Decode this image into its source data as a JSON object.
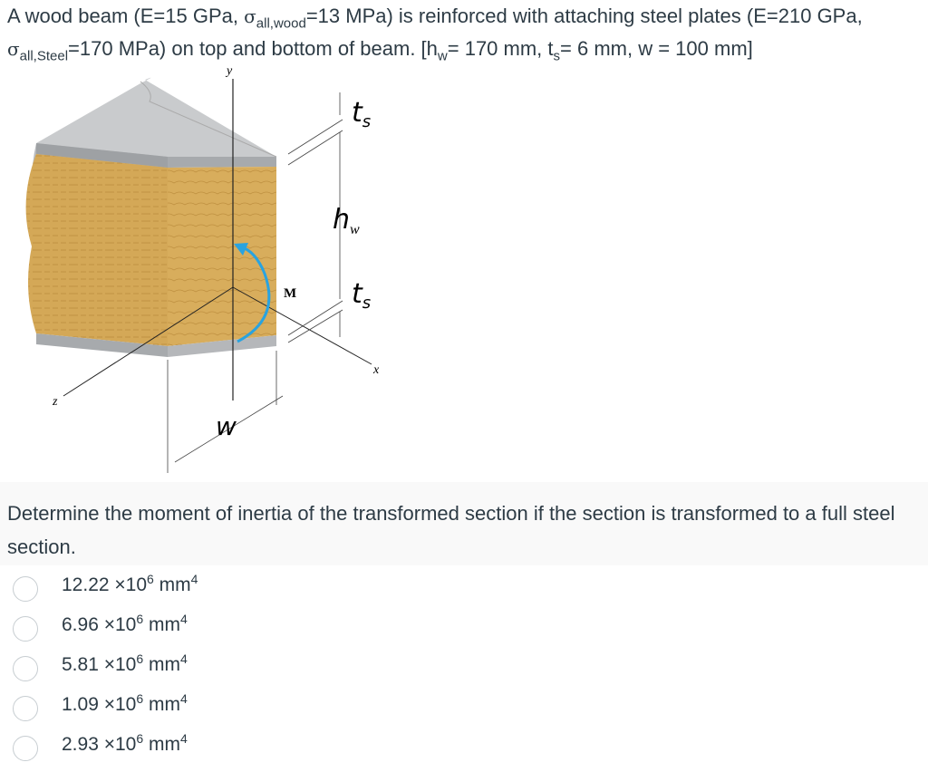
{
  "question": {
    "intro_1": "A wood beam (E=15 GPa, ",
    "sigma": "σ",
    "all_wood_sub": "all,wood",
    "intro_2": "=13 MPa) is reinforced with attaching steel plates (E=210 GPa, ",
    "all_steel_sub": "all,Steel",
    "intro_3": "=170 MPa) on top and bottom of beam. [h",
    "hw_sub": "w",
    "intro_4": "= 170 mm, t",
    "ts_sub": "s",
    "intro_5": "= 6 mm, w = 100 mm]",
    "prompt": "Determine the moment of inertia of the transformed section if the section is transformed to a full steel section."
  },
  "figure": {
    "label_y": "y",
    "label_x": "x",
    "label_z": "z",
    "label_M": "M",
    "label_t": "t",
    "label_s": "s",
    "label_h": "h",
    "label_w_sub": "w",
    "label_W": "w",
    "colors": {
      "wood": "#d4a857",
      "wood_dark": "#c49442",
      "steel": "#c9cbcd",
      "steel_dark": "#9ea1a4",
      "arrow": "#29a3e0"
    }
  },
  "options": [
    {
      "value": "12.22 ×10",
      "exp": "6",
      "unit": " mm",
      "unit_exp": "4"
    },
    {
      "value": "6.96 ×10",
      "exp": "6",
      "unit": " mm",
      "unit_exp": "4"
    },
    {
      "value": "5.81 ×10",
      "exp": "6",
      "unit": " mm",
      "unit_exp": "4"
    },
    {
      "value": "1.09 ×10",
      "exp": "6",
      "unit": " mm",
      "unit_exp": "4"
    },
    {
      "value": "2.93 ×10",
      "exp": "6",
      "unit": " mm",
      "unit_exp": "4"
    }
  ]
}
